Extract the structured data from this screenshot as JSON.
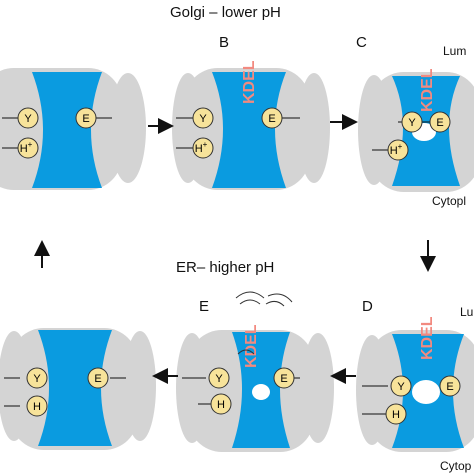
{
  "headers": {
    "top": "Golgi – lower pH",
    "bottom": "ER– higher pH"
  },
  "panels": {
    "b": "B",
    "c": "C",
    "d": "D",
    "e": "E"
  },
  "side_labels": {
    "lumen_top": "Lum",
    "cyto_top": "Cytopl",
    "lumen_bottom": "Lu",
    "cyto_bottom": "Cytop"
  },
  "residues": {
    "y": "Y",
    "e": "E",
    "h": "H",
    "h_plus_sup": "+"
  },
  "signal": "KDEL",
  "colors": {
    "membrane": "#d4d4d4",
    "channel": "#0a9be0",
    "residue": "#f7e39a",
    "kdel": "#f28a80",
    "arrow": "#111111"
  }
}
